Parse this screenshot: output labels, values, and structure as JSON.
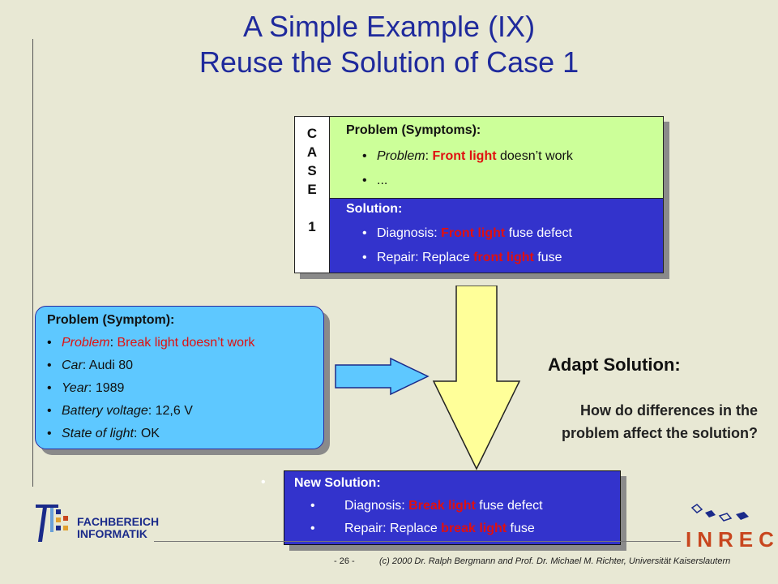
{
  "title": {
    "line1": "A Simple Example (IX)",
    "line2": "Reuse the Solution of Case 1"
  },
  "case1": {
    "label_letters": [
      "C",
      "A",
      "S",
      "E"
    ],
    "label_number": "1",
    "problem_header": "Problem (Symptoms):",
    "problem_items": [
      {
        "key": "Problem",
        "sep": ": ",
        "highlight": "Front light",
        "rest": " doesn’t work"
      },
      {
        "text": "..."
      }
    ],
    "solution_header": "Solution:",
    "solution_items": [
      {
        "pre": "Diagnosis: ",
        "highlight": "Front light",
        "rest": " fuse defect"
      },
      {
        "pre": "Repair: Replace ",
        "highlight": "front light",
        "rest": " fuse"
      }
    ]
  },
  "new_problem": {
    "header": "Problem (Symptom):",
    "items": [
      {
        "key": "Problem",
        "sep": ": ",
        "value": "Break light doesn’t work",
        "red": true
      },
      {
        "key": "Car",
        "sep": ": ",
        "value": "Audi 80",
        "red": false
      },
      {
        "key": "Year",
        "sep": ": ",
        "value": "1989",
        "red": false
      },
      {
        "key": "Battery voltage",
        "sep": ": ",
        "value": "12,6 V",
        "red": false
      },
      {
        "key": "State of light",
        "sep": ": ",
        "value": "OK",
        "red": false
      }
    ]
  },
  "adapt": {
    "title": "Adapt Solution:",
    "question_line1": "How do differences in the",
    "question_line2": "problem affect the solution?"
  },
  "new_solution": {
    "header": "New Solution:",
    "items": [
      {
        "pre": "Diagnosis: ",
        "highlight": "Break light",
        "rest": " fuse defect"
      },
      {
        "pre": "Repair: Replace ",
        "highlight": "break light",
        "rest": " fuse"
      }
    ]
  },
  "footer": {
    "dept_line1": "FACHBEREICH",
    "dept_line2": "INFORMATIK",
    "page": "- 26 -",
    "copyright": "(c) 2000 Dr. Ralph Bergmann and Prof. Dr. Michael M. Richter, Universität Kaiserslautern",
    "brand": "INRECA"
  },
  "colors": {
    "background": "#e8e8d4",
    "title": "#1f2a9c",
    "problem_green": "#ccff99",
    "solution_blue": "#3333cc",
    "problem_cyan": "#5ec8ff",
    "arrow_yellow": "#ffff99",
    "highlight_red": "#e01010",
    "brand_orange": "#c8461e"
  },
  "icons": [
    "fachbereich-logo-icon",
    "inreca-puzzle-icon",
    "down-arrow-icon",
    "right-arrow-icon"
  ]
}
